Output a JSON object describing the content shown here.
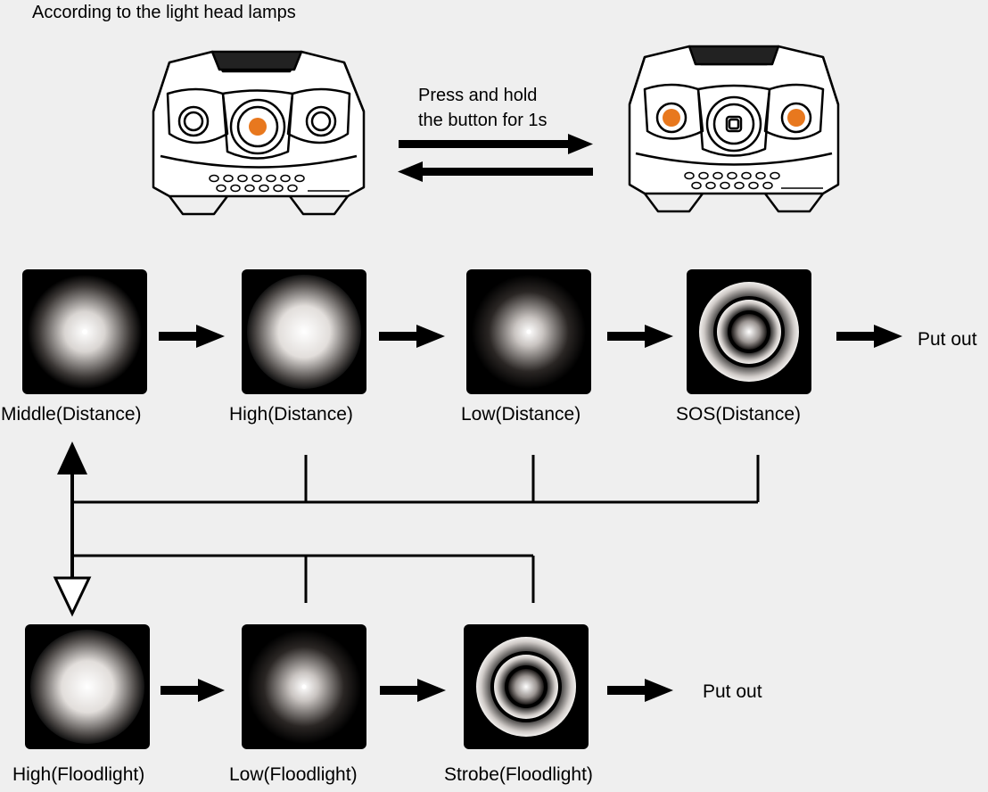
{
  "title": "According to the light head lamps",
  "instruction": {
    "line1": "Press and hold",
    "line2": "the button for 1s"
  },
  "colors": {
    "led_active": "#e8781e",
    "tile_bg": "#000000",
    "background": "#efefef"
  },
  "modes": {
    "distance": [
      {
        "label": "Middle(Distance)",
        "beam": "glow-medium"
      },
      {
        "label": "High(Distance)",
        "beam": "glow-large"
      },
      {
        "label": "Low(Distance)",
        "beam": "glow-small"
      },
      {
        "label": "SOS(Distance)",
        "beam": "rings"
      }
    ],
    "floodlight": [
      {
        "label": "High(Floodlight)",
        "beam": "glow-large"
      },
      {
        "label": "Low(Floodlight)",
        "beam": "glow-small"
      },
      {
        "label": "Strobe(Floodlight)",
        "beam": "rings"
      }
    ],
    "put_out": "Put out"
  }
}
